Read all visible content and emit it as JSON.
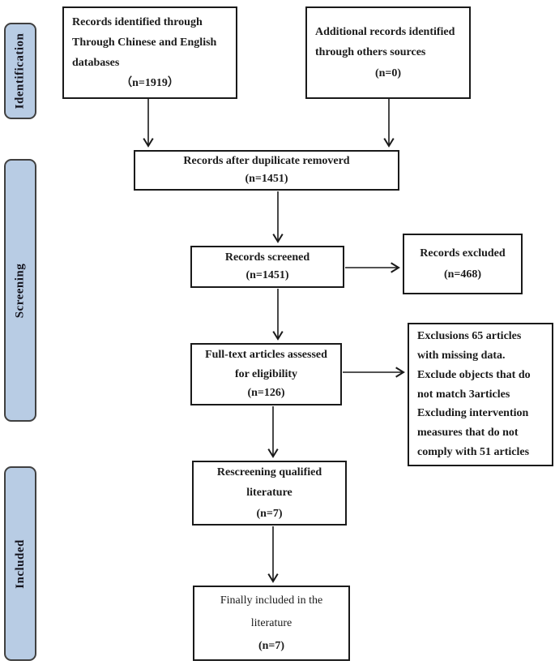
{
  "colors": {
    "stage_fill": "#b8cce4",
    "stage_border": "#404040",
    "box_border": "#1a1a1a",
    "text": "#1b1b1b",
    "arrow": "#1a1a1a"
  },
  "stages": [
    {
      "label": "Identification"
    },
    {
      "label": "Screening"
    },
    {
      "label": "Included"
    }
  ],
  "boxes": {
    "identified": {
      "lines": [
        "Records identified through",
        "Through Chinese and English",
        "databases"
      ],
      "count": "（n=1919）"
    },
    "additional": {
      "lines": [
        "Additional records identified",
        "through others sources"
      ],
      "count": "(n=0)"
    },
    "deduplicated": {
      "lines": [
        "Records after dupilicate removerd"
      ],
      "count": "(n=1451)"
    },
    "screened": {
      "lines": [
        "Records screened"
      ],
      "count": "(n=1451)"
    },
    "excluded": {
      "lines": [
        "Records excluded"
      ],
      "count": "(n=468)"
    },
    "fulltext": {
      "lines": [
        "Full-text articles assessed",
        "for eligibility"
      ],
      "count": "(n=126)"
    },
    "exclusion_reasons": {
      "lines": [
        "Exclusions 65 articles",
        "with missing data.",
        "Exclude objects that do",
        "not match 3articles",
        "Excluding intervention",
        "measures that do not",
        "comply with 51 articles"
      ]
    },
    "rescreening": {
      "lines": [
        "Rescreening qualified",
        "literature"
      ],
      "count": "(n=7)"
    },
    "final": {
      "lines": [
        "Finally included in the",
        "literature"
      ],
      "count": "(n=7)"
    }
  }
}
